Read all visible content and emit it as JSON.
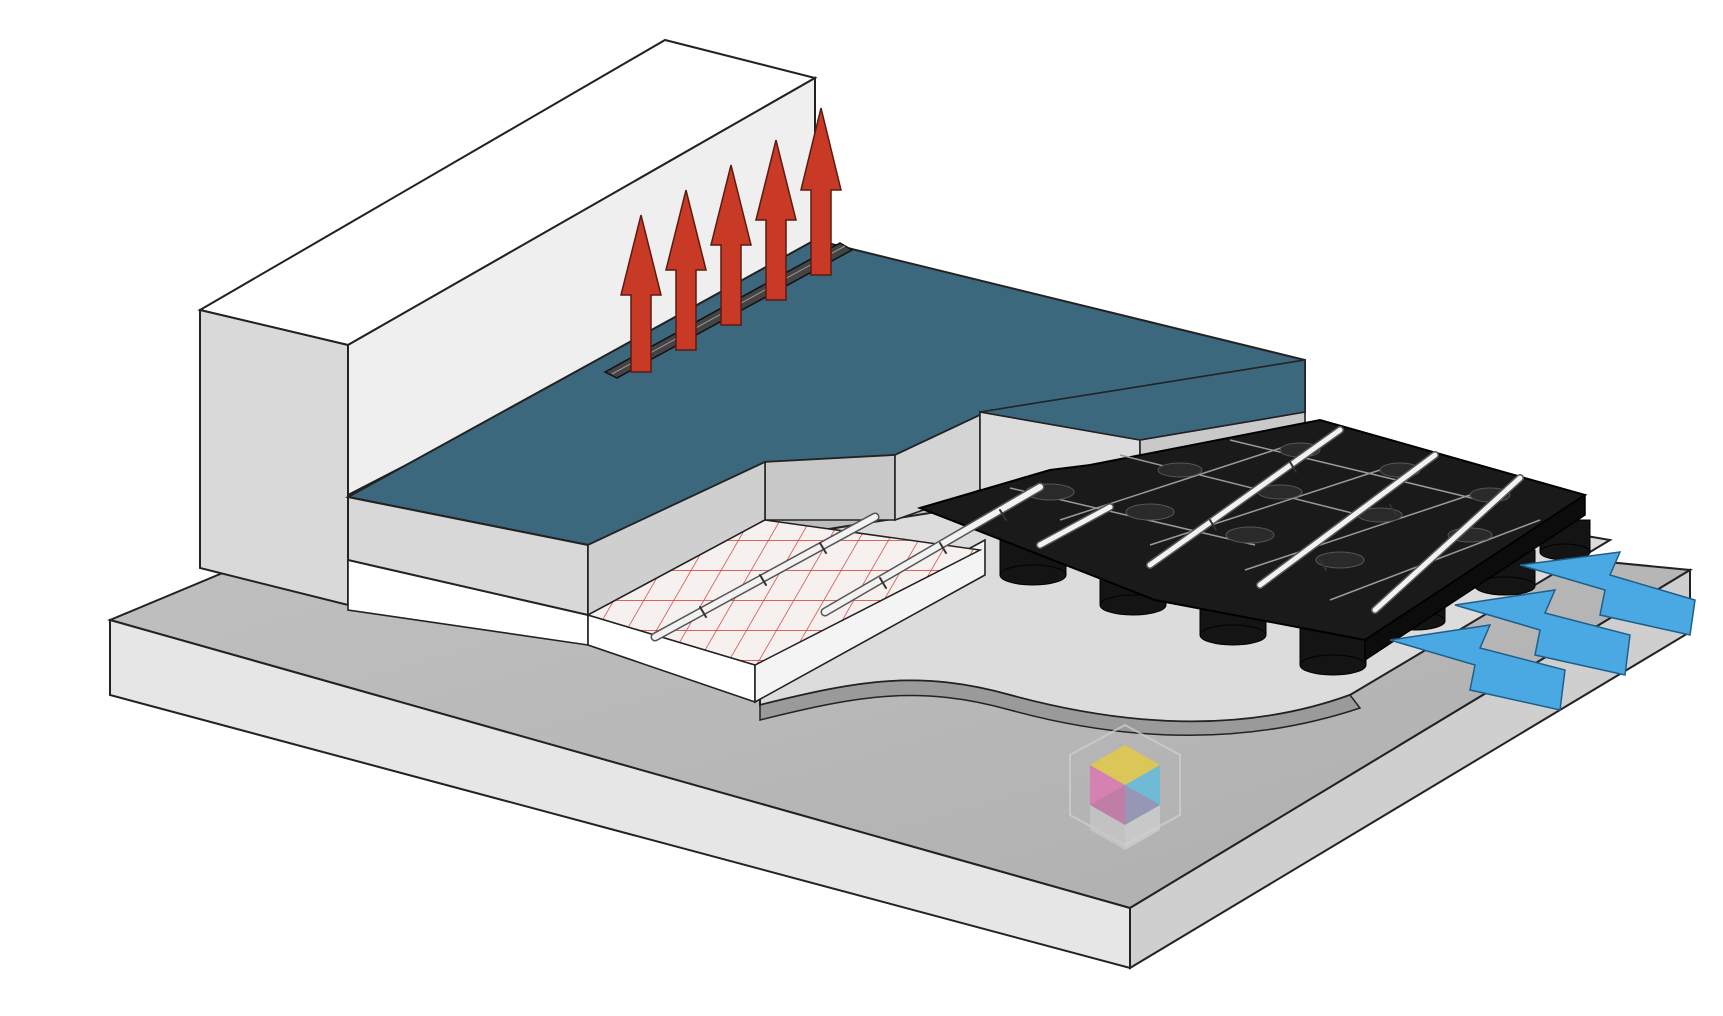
{
  "diagram": {
    "components": [
      "base-slab",
      "back-wall",
      "floor-slab",
      "insulation-layer",
      "heating-mesh",
      "heating-pipes",
      "ventilation-grille",
      "drainage-cup-panel",
      "warm-air-outlet",
      "cold-air-inlet",
      "logo"
    ],
    "colors": {
      "floor_finish": "#3c687e",
      "warm_air_arrow": "#c83a26",
      "cold_air_arrow": "#4aa8e2",
      "heating_mesh": "#d23a3a",
      "cup_panel": "#141414",
      "wall": "#f2f2f2",
      "slab_side": "#d6d6d6",
      "base_top": "#b8b8b8"
    },
    "icons": {
      "warm_air": "arrow-up-icon",
      "cold_air": "arrow-in-icon",
      "logo": "hexagon-cube-logo"
    },
    "warm_arrow_count": 5,
    "cold_arrow_count": 3
  }
}
